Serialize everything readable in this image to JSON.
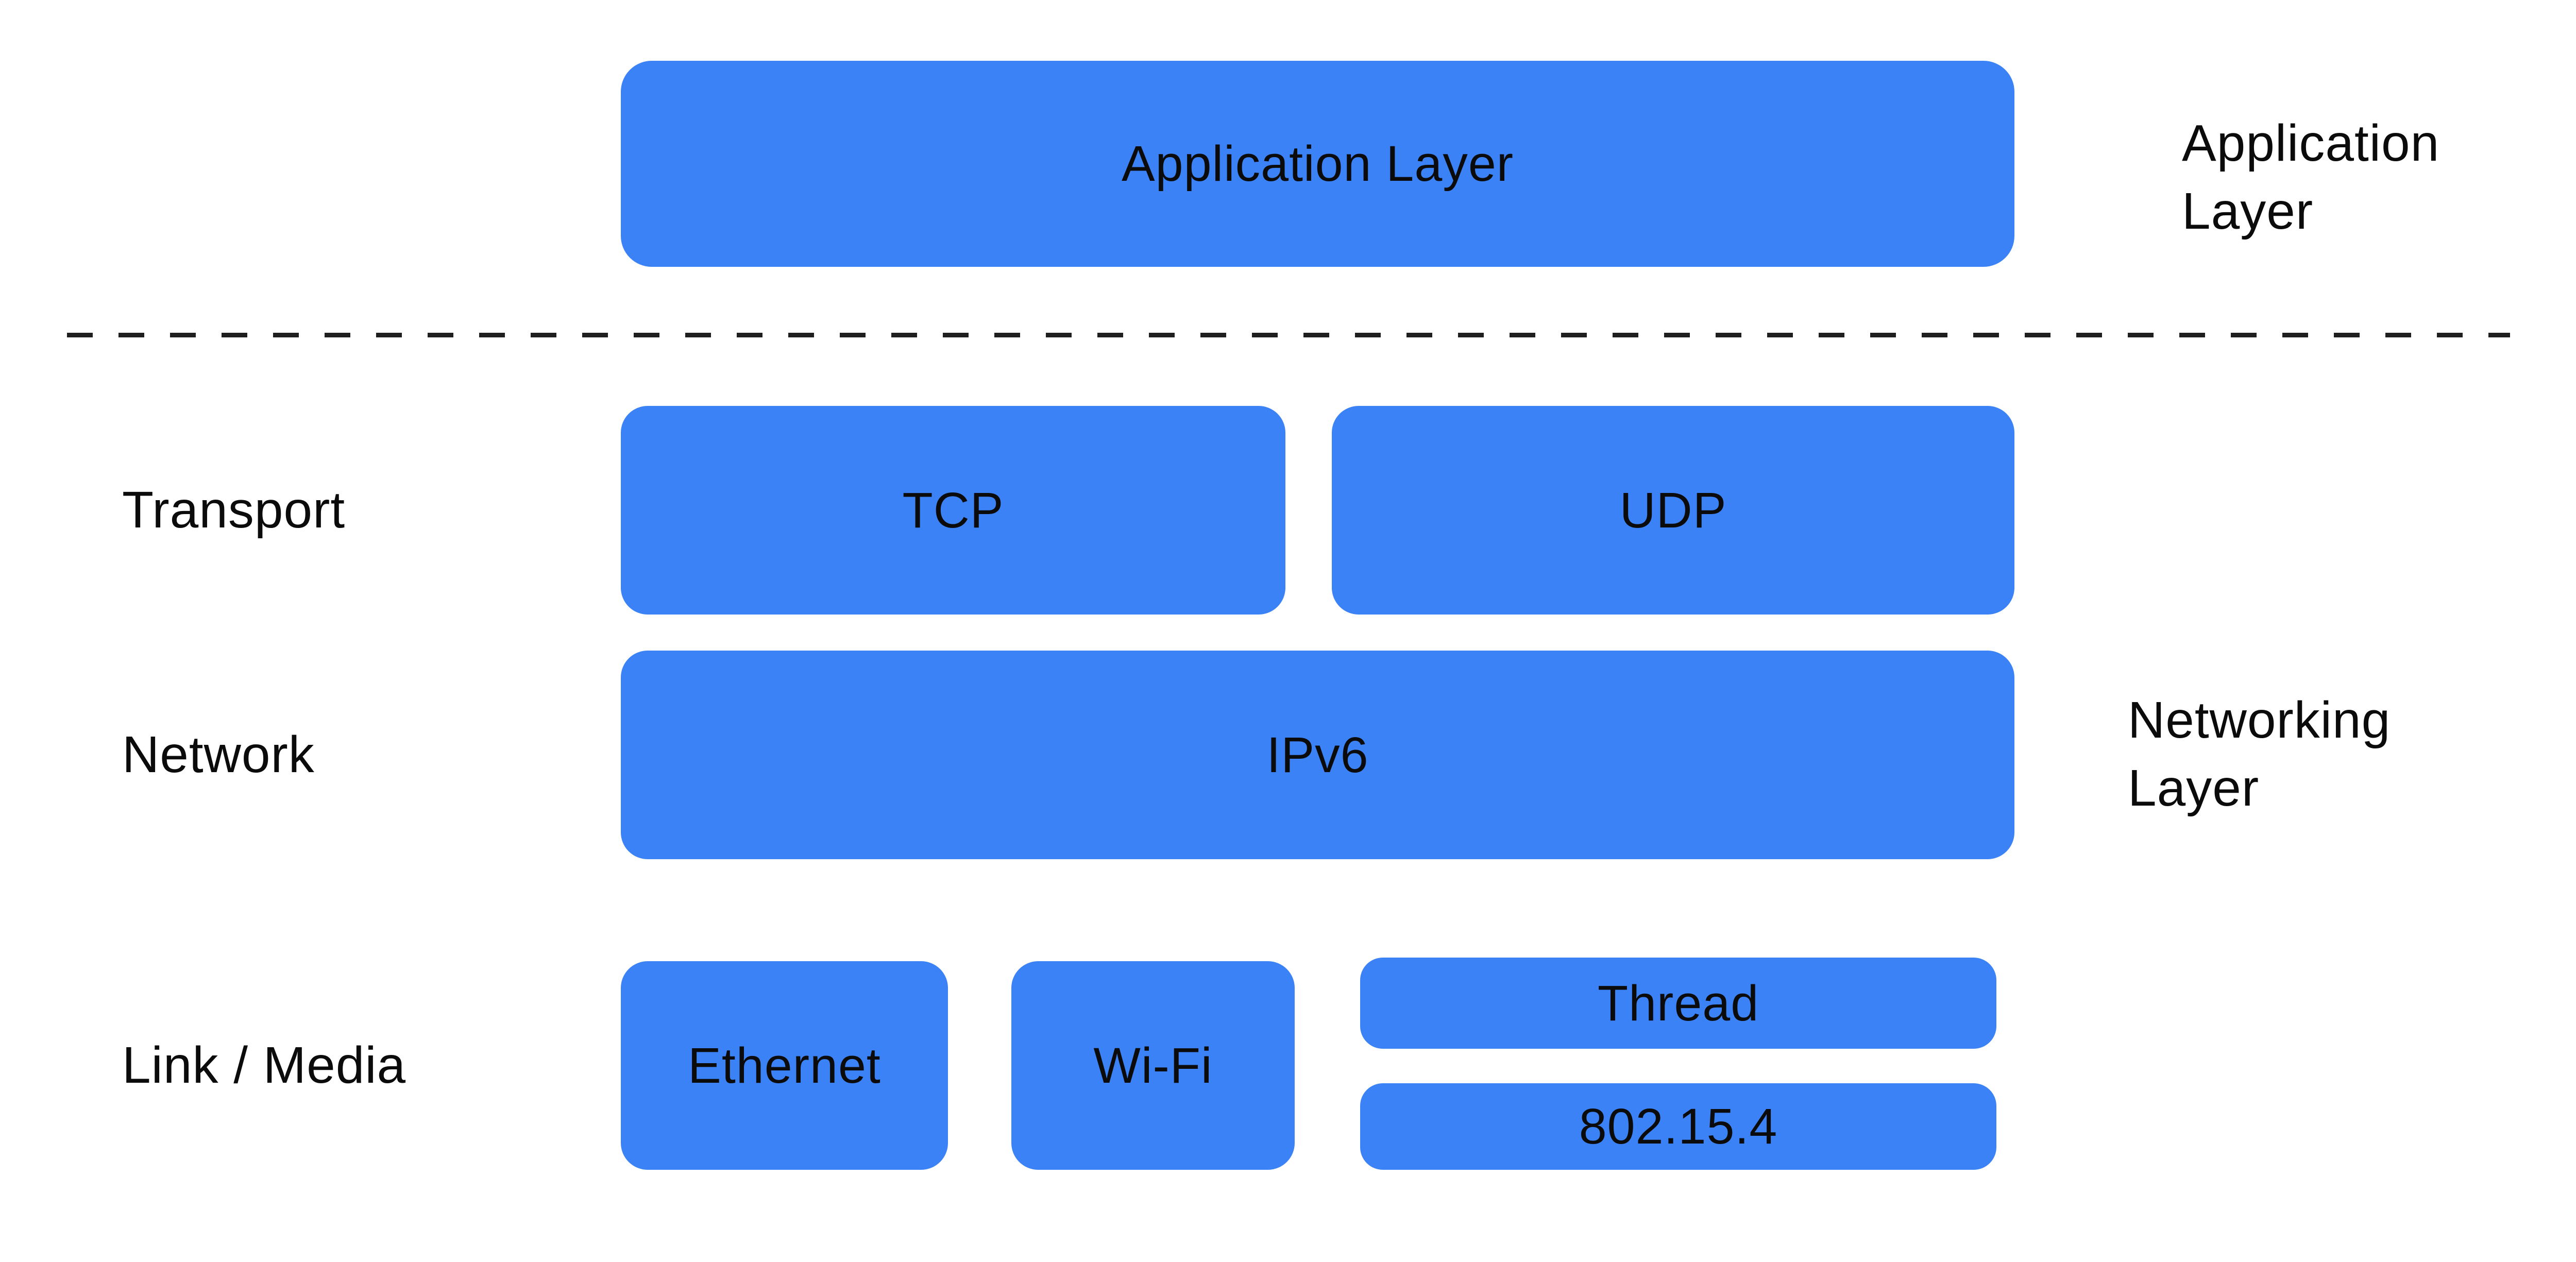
{
  "colors": {
    "box_blue": "#3B82F6",
    "text": "#0B0B0B",
    "dash": "#1F1F1F",
    "background": "#FFFFFF"
  },
  "rows": {
    "application": {
      "box_label": "Application Layer",
      "side_label_line1": "Application",
      "side_label_line2": "Layer"
    },
    "transport": {
      "label": "Transport",
      "boxes": [
        "TCP",
        "UDP"
      ]
    },
    "network": {
      "label": "Network",
      "box_label": "IPv6",
      "side_label_line1": "Networking",
      "side_label_line2": "Layer"
    },
    "link": {
      "label": "Link / Media",
      "boxes": [
        "Ethernet",
        "Wi-Fi",
        "Thread",
        "802.15.4"
      ]
    }
  }
}
